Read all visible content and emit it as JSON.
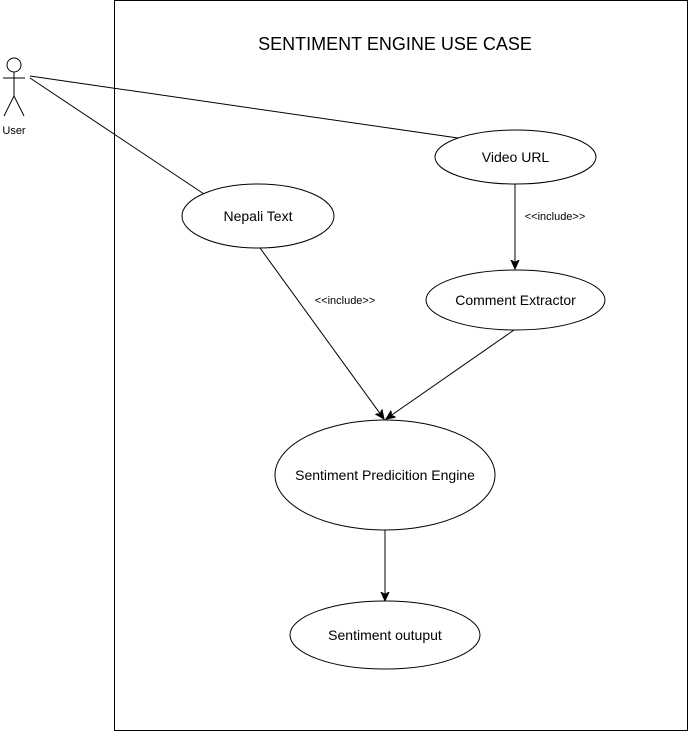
{
  "diagram": {
    "title": "SENTIMENT ENGINE USE CASE",
    "actor": {
      "name": "User"
    },
    "use_cases": {
      "video_url": "Video URL",
      "nepali_text": "Nepali Text",
      "comment_extractor": "Comment Extractor",
      "sentiment_engine": "Sentiment Predicition Engine",
      "sentiment_output": "Sentiment outuput"
    },
    "relations": {
      "include_1": "<<include>>",
      "include_2": "<<include>>"
    },
    "colors": {
      "stroke": "#000000",
      "fill": "#ffffff"
    }
  }
}
